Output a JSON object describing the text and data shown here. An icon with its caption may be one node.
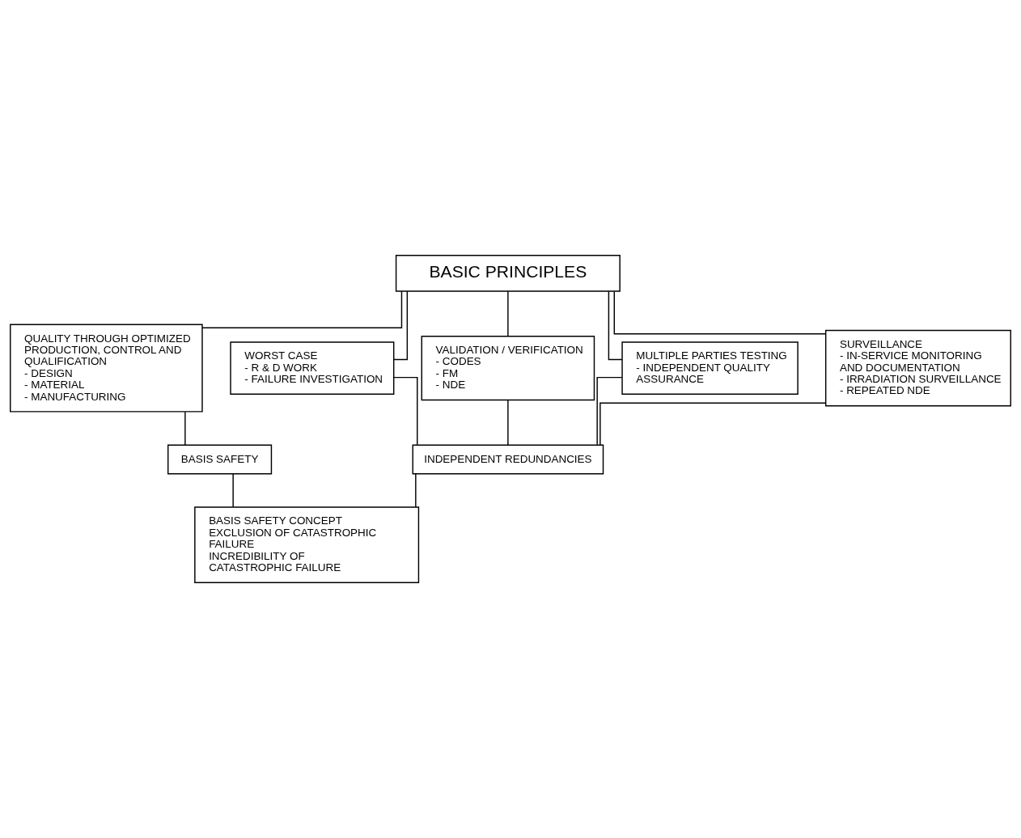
{
  "diagram": {
    "nodes": [
      {
        "text": [
          "BASIC PRINCIPLES"
        ]
      },
      {
        "text": [
          "QUALITY THROUGH OPTIMIZED PRODUCTION, CONTROL AND QUALIFICATION",
          "- DESIGN",
          "- MATERIAL",
          "- MANUFACTURING"
        ]
      },
      {
        "text": [
          "WORST CASE",
          "- R & D WORK",
          "- FAILURE INVESTIGATION"
        ]
      },
      {
        "text": [
          "VALIDATION / VERIFICATION",
          "- CODES",
          "- FM",
          "- NDE"
        ]
      },
      {
        "text": [
          "MULTIPLE PARTIES TESTING",
          "- INDEPENDENT QUALITY ASSURANCE"
        ]
      },
      {
        "text": [
          "SURVEILLANCE",
          "- IN-SERVICE MONITORING AND DOCUMENTATION",
          "- IRRADIATION SURVEILLANCE",
          "- REPEATED NDE"
        ]
      },
      {
        "text": [
          "BASIS SAFETY"
        ]
      },
      {
        "text": [
          "INDEPENDENT REDUNDANCIES"
        ]
      },
      {
        "text": [
          "BASIS SAFETY CONCEPT",
          "EXCLUSION OF CATASTROPHIC FAILURE",
          "INCREDIBILITY OF CATASTROPHIC FAILURE"
        ]
      }
    ],
    "edges": [
      {
        "from": 0,
        "to": 1,
        "arrow": "none"
      },
      {
        "from": 0,
        "to": 4,
        "arrow": "none"
      },
      {
        "from": 0,
        "to": 2,
        "arrow": "none"
      },
      {
        "from": 0,
        "to": 5,
        "arrow": "none"
      },
      {
        "from": 0,
        "to": 3,
        "arrow": "none"
      },
      {
        "from": 1,
        "to": 6,
        "arrow": "none"
      },
      {
        "from": 4,
        "to": 7,
        "arrow": "none"
      },
      {
        "from": 2,
        "to": 7,
        "arrow": "none"
      },
      {
        "from": 5,
        "to": 7,
        "arrow": "none"
      },
      {
        "from": 3,
        "to": 7,
        "arrow": "none"
      },
      {
        "from": 6,
        "to": 8,
        "arrow": "none"
      },
      {
        "from": 7,
        "to": 8,
        "arrow": "none"
      }
    ]
  }
}
